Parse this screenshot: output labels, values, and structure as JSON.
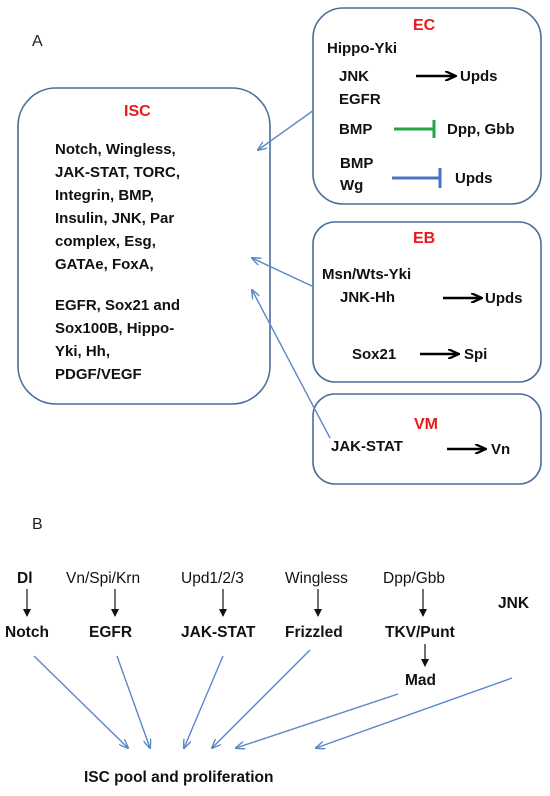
{
  "panel_a": {
    "letter": "A",
    "isc": {
      "title": "ISC",
      "lines": [
        "Notch, Wingless,",
        "JAK-STAT, TORC,",
        "Integrin, BMP,",
        "Insulin, JNK,  Par",
        "complex, Esg,",
        "GATAe, FoxA,",
        "",
        "EGFR,  Sox21 and",
        "Sox100B, Hippo-",
        "Yki, Hh,",
        "PDGF/VEGF"
      ]
    },
    "ec": {
      "title": "EC",
      "hippo": "Hippo-Yki",
      "jnk": "JNK",
      "egfr": "EGFR",
      "upds1": "Upds",
      "bmp": "BMP",
      "dpp_gbb": "Dpp, Gbb",
      "bmp2": "BMP",
      "wg": "Wg",
      "upds2": "Upds"
    },
    "eb": {
      "title": "EB",
      "msn": "Msn/Wts-Yki",
      "jnk_hh": "JNK-Hh",
      "upds": "Upds",
      "sox21": "Sox21",
      "spi": "Spi"
    },
    "vm": {
      "title": "VM",
      "jak": "JAK-STAT",
      "vn": "Vn"
    }
  },
  "panel_b": {
    "letter": "B",
    "ligands": [
      "Dl",
      "Vn/Spi/Krn",
      "Upd1/2/3",
      "Wingless",
      "Dpp/Gbb"
    ],
    "receptors": [
      "Notch",
      "EGFR",
      "JAK-STAT",
      "Frizzled",
      "TKV/Punt"
    ],
    "jnk": "JNK",
    "mad": "Mad",
    "output": "ISC pool and proliferation"
  },
  "colors": {
    "box_stroke": "#4a6e9a",
    "title_red": "#e8191e",
    "connector_blue": "#5b88c8",
    "inhibit_green": "#22a64a",
    "inhibit_blue": "#4a72c4"
  }
}
